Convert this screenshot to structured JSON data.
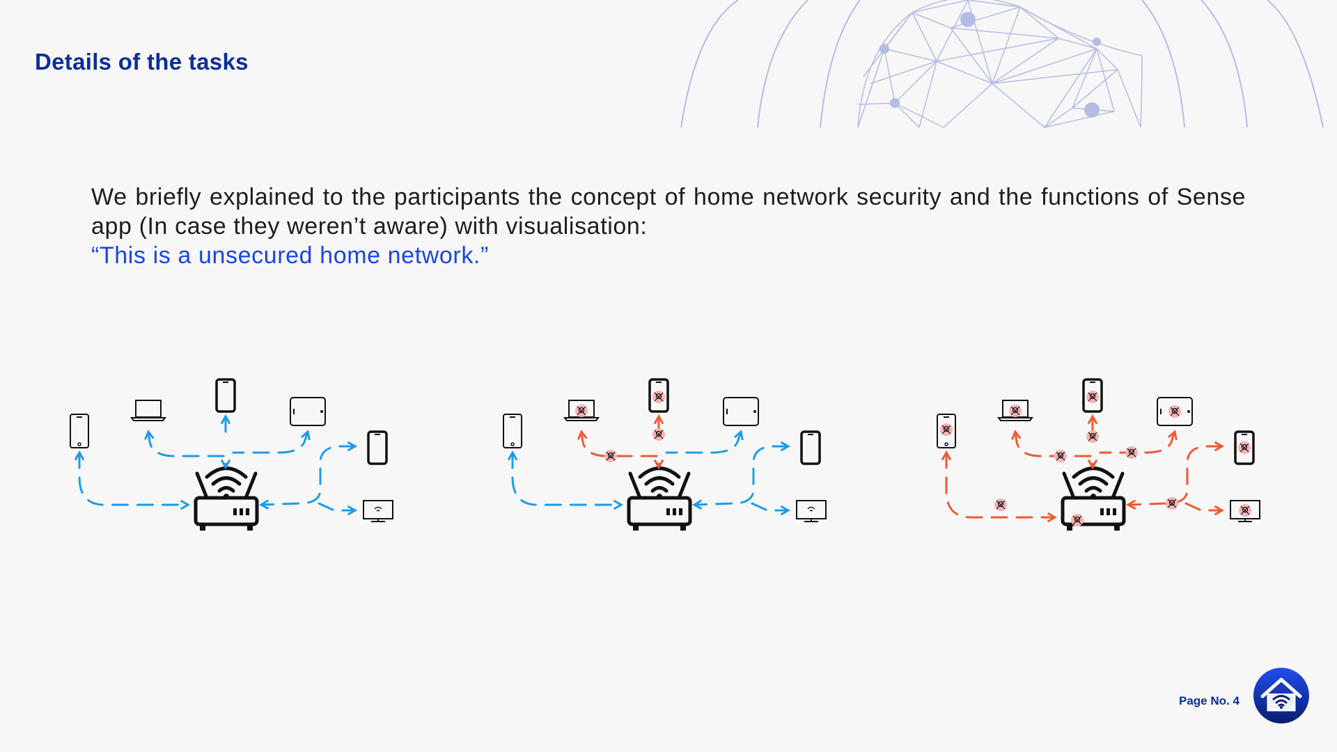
{
  "header": {
    "title": "Details of the tasks"
  },
  "body": {
    "intro": "We briefly explained to the participants the concept of home network security and the functions of Sense app (In case they weren’t aware) with visualisation:",
    "quote": "“This is a unsecured home network.”"
  },
  "diagrams": [
    {
      "state": "secure",
      "icons": [
        "router-icon",
        "phone-icon",
        "laptop-icon",
        "tablet-icon",
        "tv-icon"
      ]
    },
    {
      "state": "partially-infected",
      "icons": [
        "router-icon",
        "phone-icon",
        "laptop-icon",
        "tablet-icon",
        "tv-icon",
        "malware-icon"
      ]
    },
    {
      "state": "fully-infected",
      "icons": [
        "router-icon",
        "phone-icon",
        "laptop-icon",
        "tablet-icon",
        "tv-icon",
        "malware-icon"
      ]
    }
  ],
  "colors": {
    "title": "#0b2e9a",
    "quote": "#1946e0",
    "secure_link": "#1e9be8",
    "infected_link": "#ee5a35",
    "malware_badge": "#f7b3b3",
    "decoration": "#b3bce3"
  },
  "footer": {
    "page_label": "Page No. 4",
    "logo_icon": "home-wifi-icon"
  }
}
